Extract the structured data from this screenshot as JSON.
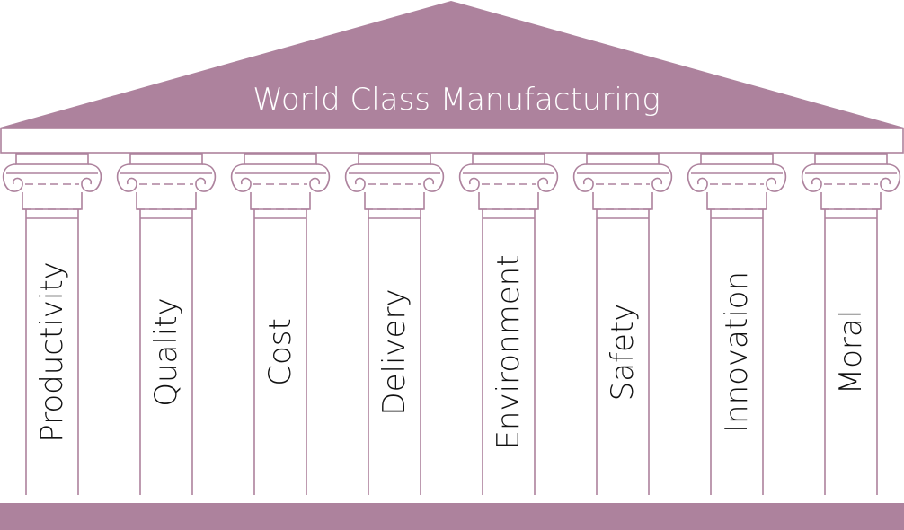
{
  "roof": {
    "title": "World Class Manufacturing"
  },
  "pillars": [
    {
      "label": "Productivity"
    },
    {
      "label": "Quality"
    },
    {
      "label": "Cost"
    },
    {
      "label": "Delivery"
    },
    {
      "label": "Environment"
    },
    {
      "label": "Safety"
    },
    {
      "label": "Innovation"
    },
    {
      "label": "Moral"
    }
  ],
  "colors": {
    "accent": "#ad829d",
    "text": "#111111",
    "title_text": "#ffffff"
  }
}
